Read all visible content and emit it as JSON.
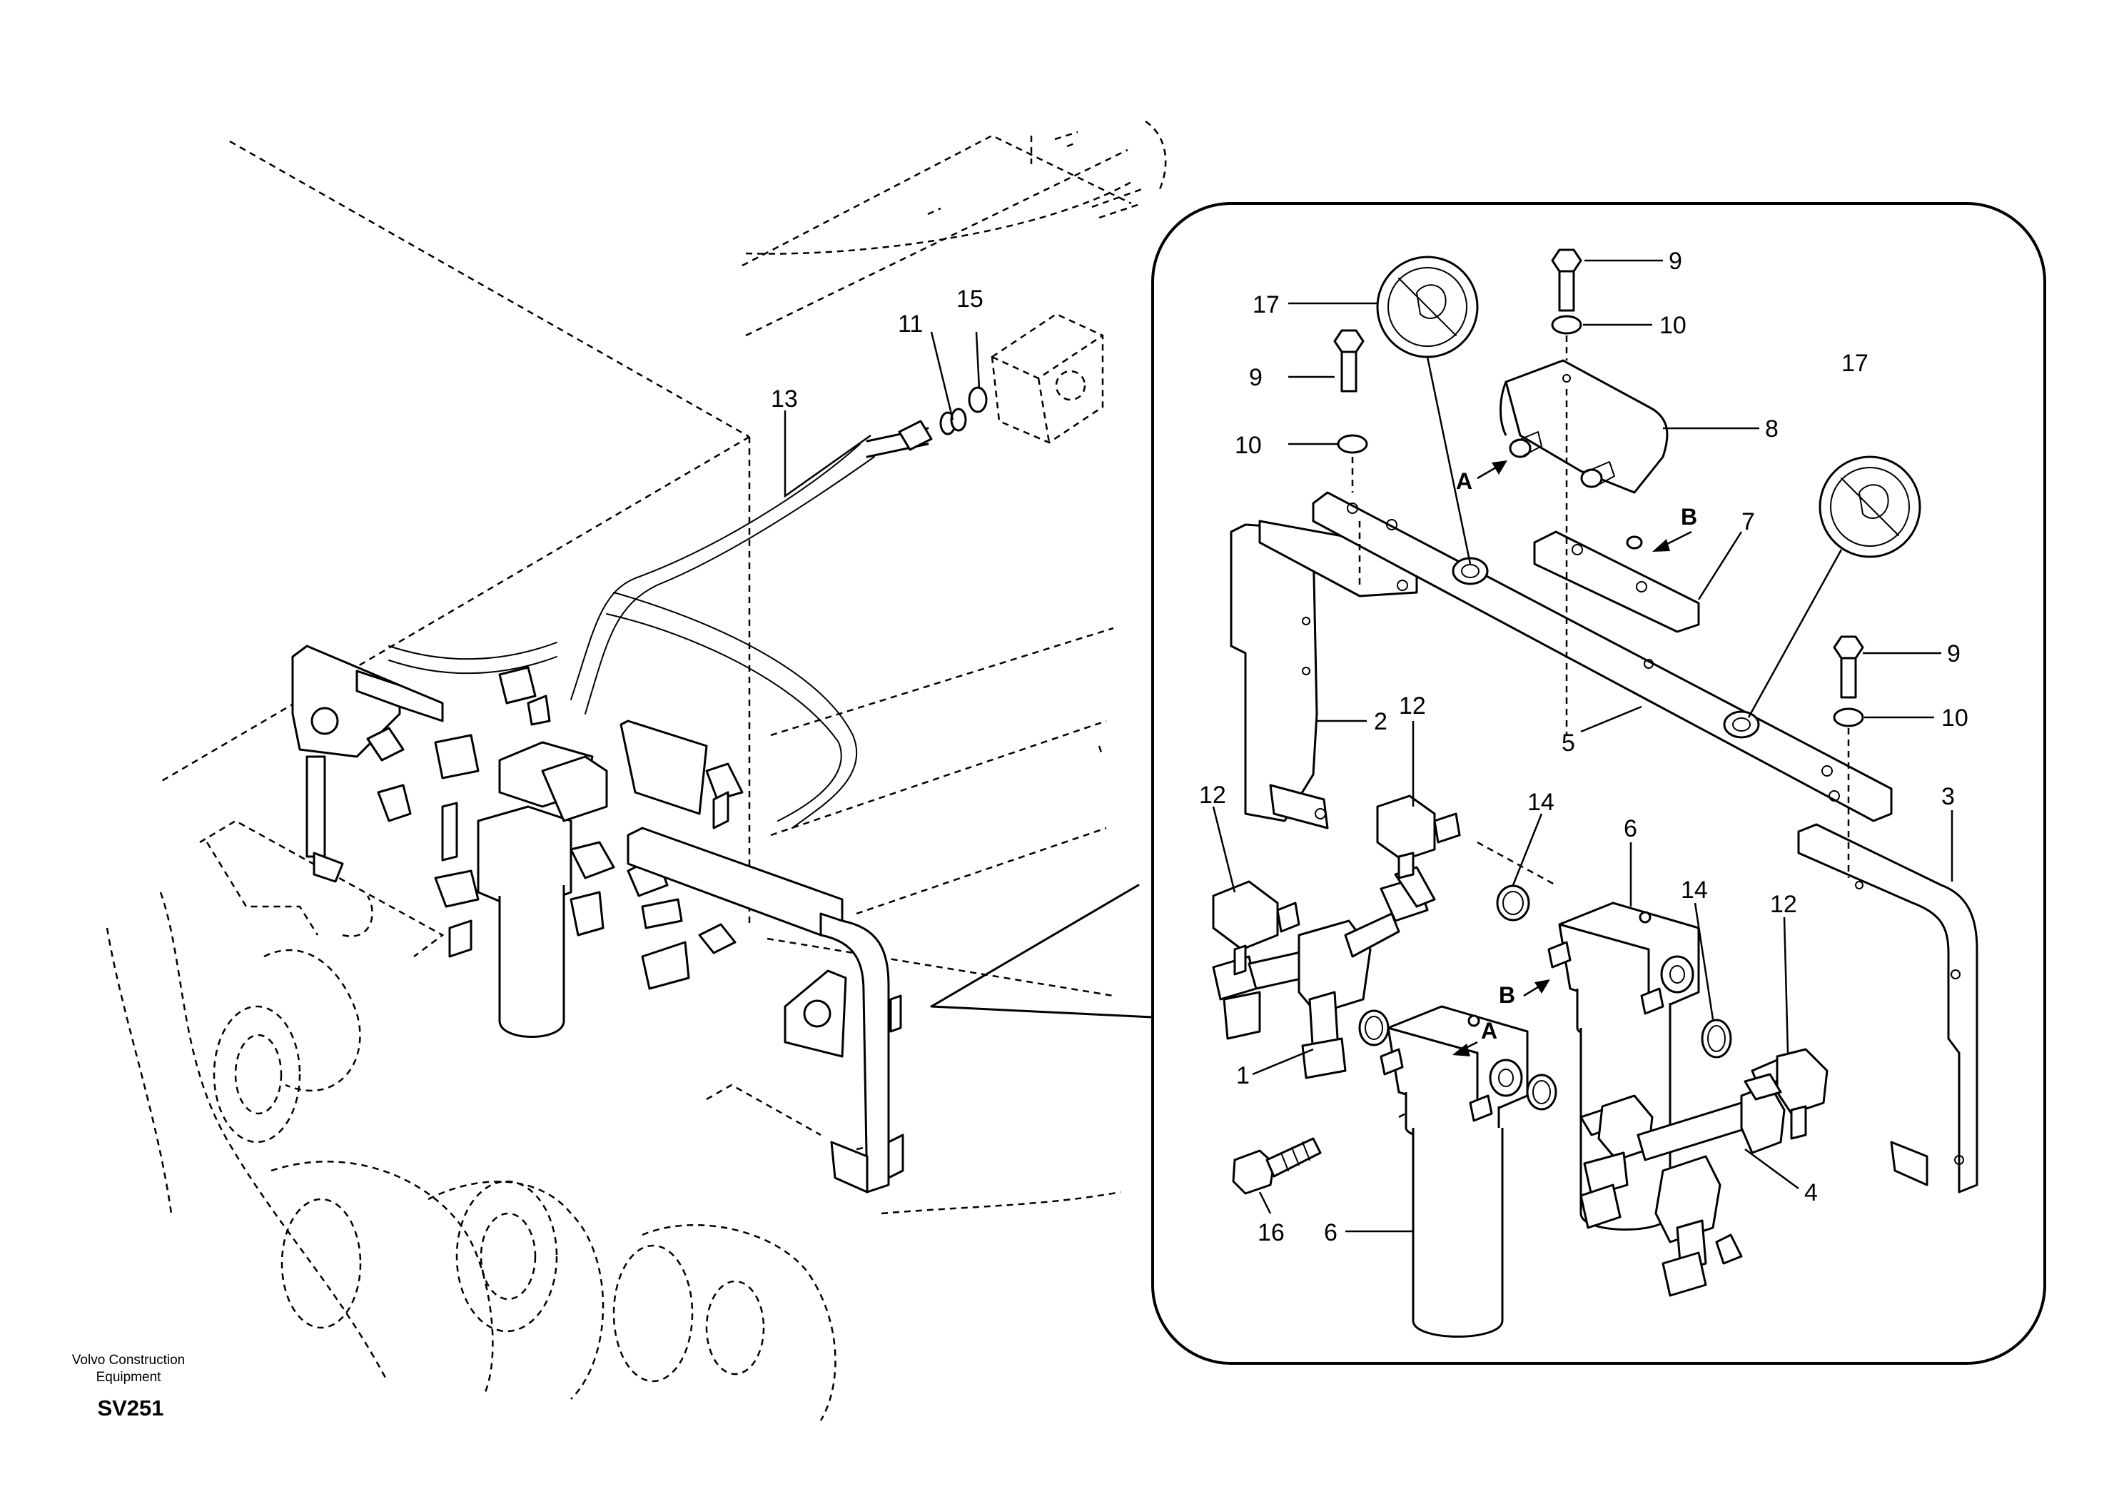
{
  "credit": {
    "line1": "Volvo Construction",
    "line2": "Equipment",
    "code": "SV251"
  },
  "markers": {
    "a": "A",
    "b": "B"
  },
  "callouts": [
    {
      "id": "c13",
      "label": "13"
    },
    {
      "id": "c11",
      "label": "11"
    },
    {
      "id": "c15",
      "label": "15"
    },
    {
      "id": "c17a",
      "label": "17"
    },
    {
      "id": "c9a",
      "label": "9"
    },
    {
      "id": "c10a",
      "label": "10"
    },
    {
      "id": "c9b",
      "label": "9"
    },
    {
      "id": "c10b",
      "label": "10"
    },
    {
      "id": "c8",
      "label": "8"
    },
    {
      "id": "c17b",
      "label": "17"
    },
    {
      "id": "c7",
      "label": "7"
    },
    {
      "id": "c9c",
      "label": "9"
    },
    {
      "id": "c10c",
      "label": "10"
    },
    {
      "id": "c2",
      "label": "2"
    },
    {
      "id": "c12a",
      "label": "12"
    },
    {
      "id": "c5",
      "label": "5"
    },
    {
      "id": "c12b",
      "label": "12"
    },
    {
      "id": "c14a",
      "label": "14"
    },
    {
      "id": "c6a",
      "label": "6"
    },
    {
      "id": "c3",
      "label": "3"
    },
    {
      "id": "c14b",
      "label": "14"
    },
    {
      "id": "c12c",
      "label": "12"
    },
    {
      "id": "c1",
      "label": "1"
    },
    {
      "id": "c4",
      "label": "4"
    },
    {
      "id": "c16",
      "label": "16"
    },
    {
      "id": "c6b",
      "label": "6"
    }
  ]
}
